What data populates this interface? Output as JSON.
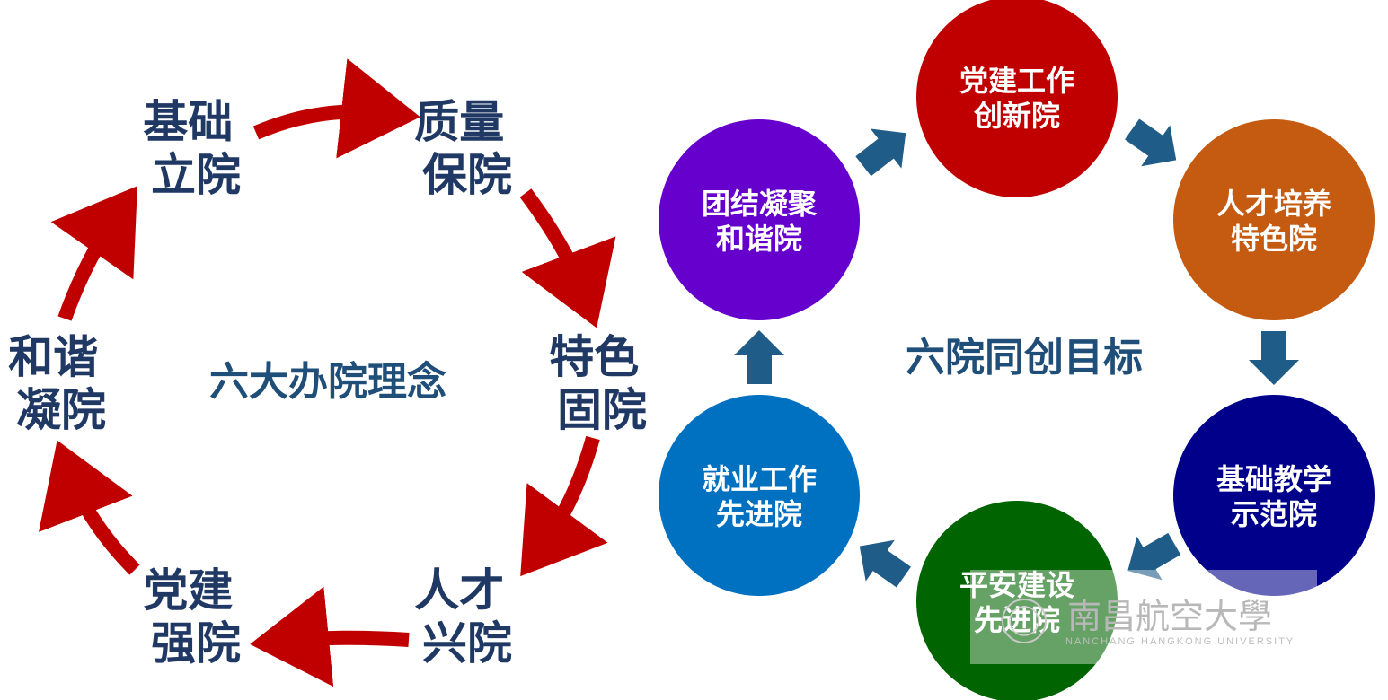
{
  "left_cycle": {
    "center_label": "六大办院理念",
    "nodes": [
      {
        "line1": "基础",
        "line2": "立院"
      },
      {
        "line1": "质量",
        "line2": "保院"
      },
      {
        "line1": "特色",
        "line2": "固院"
      },
      {
        "line1": "人才",
        "line2": "兴院"
      },
      {
        "line1": "党建",
        "line2": "强院"
      },
      {
        "line1": "和谐",
        "line2": "凝院"
      }
    ],
    "arrow_color": "#c00000"
  },
  "right_cycle": {
    "center_label": "六院同创目标",
    "nodes": [
      {
        "line1": "党建工作",
        "line2": "创新院",
        "color": "#c00000"
      },
      {
        "line1": "人才培养",
        "line2": "特色院",
        "color": "#c55a11"
      },
      {
        "line1": "基础教学",
        "line2": "示范院",
        "color": "#00008b"
      },
      {
        "line1": "平安建设",
        "line2": "先进院",
        "color": "#006400"
      },
      {
        "line1": "就业工作",
        "line2": "先进院",
        "color": "#0070c0"
      },
      {
        "line1": "团结凝聚",
        "line2": "和谐院",
        "color": "#6600cc"
      }
    ],
    "arrow_color": "#1f5c88"
  },
  "watermark": {
    "name": "南昌航空大學",
    "subtitle": "NANCHANG HANGKONG UNIVERSITY"
  }
}
